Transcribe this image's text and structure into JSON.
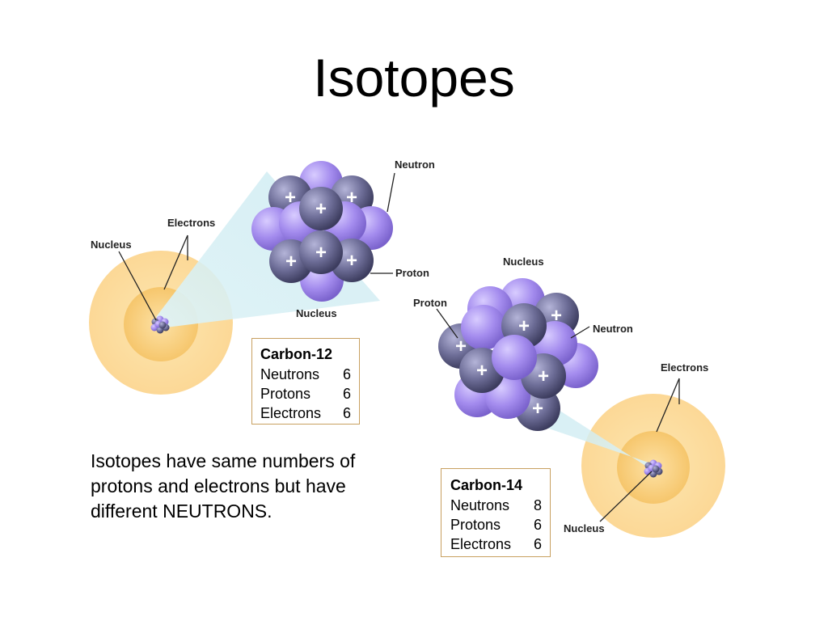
{
  "title": "Isotopes",
  "caption": "Isotopes have same numbers of protons and electrons but have different NEUTRONS.",
  "colors": {
    "proton_dark": "#55557a",
    "neutron_light": "#9e86ea",
    "shell_outer": "#fde0a0",
    "shell_inner": "#f8c870",
    "box_border": "#c8a060"
  },
  "carbon12": {
    "labels": {
      "neutron": "Neutron",
      "electrons": "Electrons",
      "nucleus_atom": "Nucleus",
      "proton": "Proton",
      "nucleus_zoom": "Nucleus"
    },
    "box": {
      "heading": "Carbon-12",
      "rows": [
        {
          "label": "Neutrons",
          "value": "6"
        },
        {
          "label": "Protons",
          "value": "6"
        },
        {
          "label": "Electrons",
          "value": "6"
        }
      ]
    }
  },
  "carbon14": {
    "labels": {
      "nucleus_zoom": "Nucleus",
      "proton": "Proton",
      "neutron": "Neutron",
      "electrons": "Electrons",
      "nucleus_atom": "Nucleus"
    },
    "box": {
      "heading": "Carbon-14",
      "rows": [
        {
          "label": "Neutrons",
          "value": "8"
        },
        {
          "label": "Protons",
          "value": "6"
        },
        {
          "label": "Electrons",
          "value": "6"
        }
      ]
    }
  },
  "plus_sign": "+"
}
